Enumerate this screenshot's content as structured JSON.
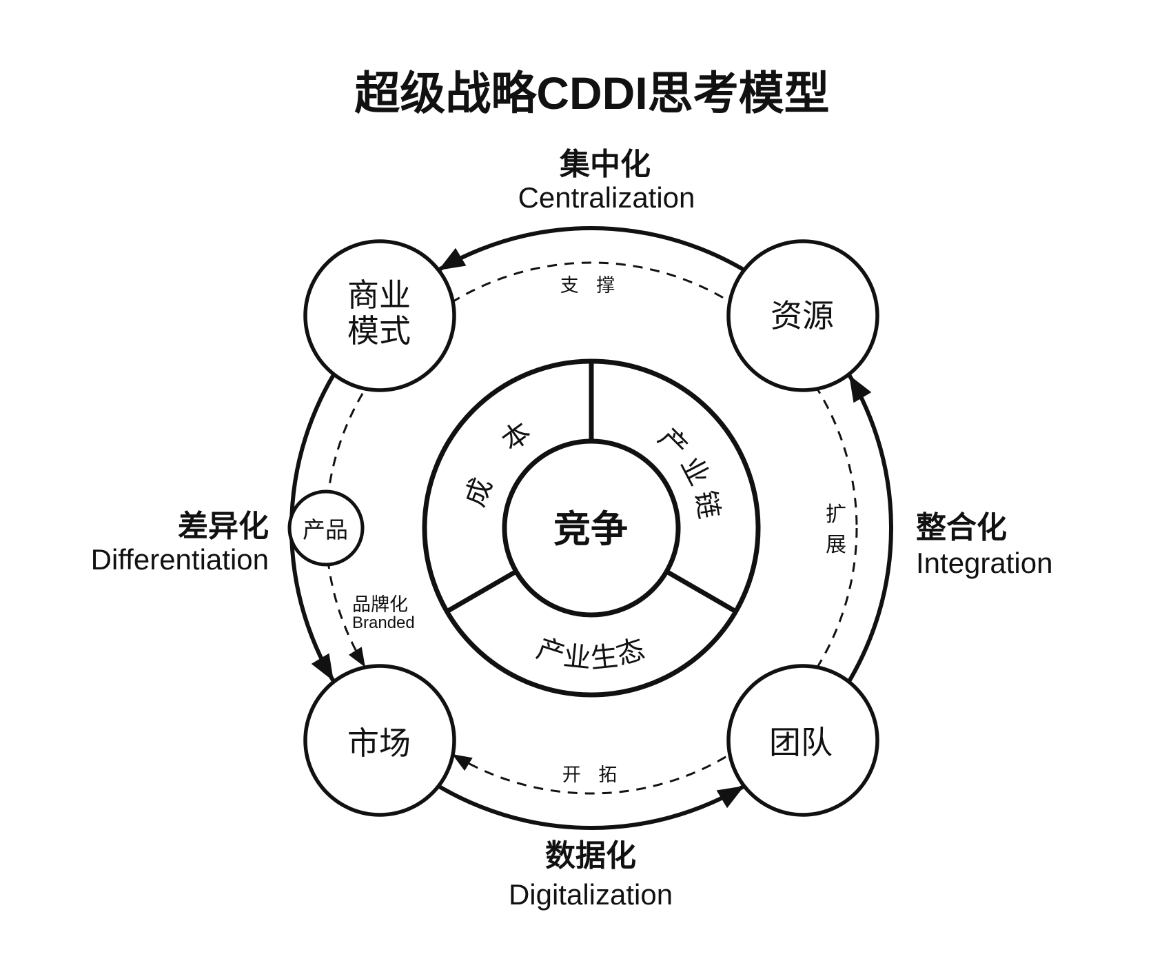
{
  "title": "超级战略CDDI思考模型",
  "quadrant_labels": {
    "top": {
      "zh": "集中化",
      "en": "Centralization"
    },
    "left": {
      "zh": "差异化",
      "en": "Differentiation"
    },
    "right": {
      "zh": "整合化",
      "en": "Integration"
    },
    "bottom": {
      "zh": "数据化",
      "en": "Digitalization"
    }
  },
  "nodes": {
    "business_model": {
      "line1": "商业",
      "line2": "模式"
    },
    "resources": {
      "label": "资源"
    },
    "market": {
      "label": "市场"
    },
    "team": {
      "label": "团队"
    },
    "product": {
      "label": "产品"
    }
  },
  "core": {
    "center": "竞争",
    "segments": {
      "left": "成 本",
      "right": "产业链",
      "bottom": "产业生态"
    }
  },
  "arc_labels": {
    "support": "支 撑",
    "expand_chars": [
      "扩",
      "展"
    ],
    "branded": {
      "zh": "品牌化",
      "en": "Branded"
    },
    "pioneer": "开 拓"
  },
  "colors": {
    "ink": "#111111",
    "background": "#ffffff"
  }
}
